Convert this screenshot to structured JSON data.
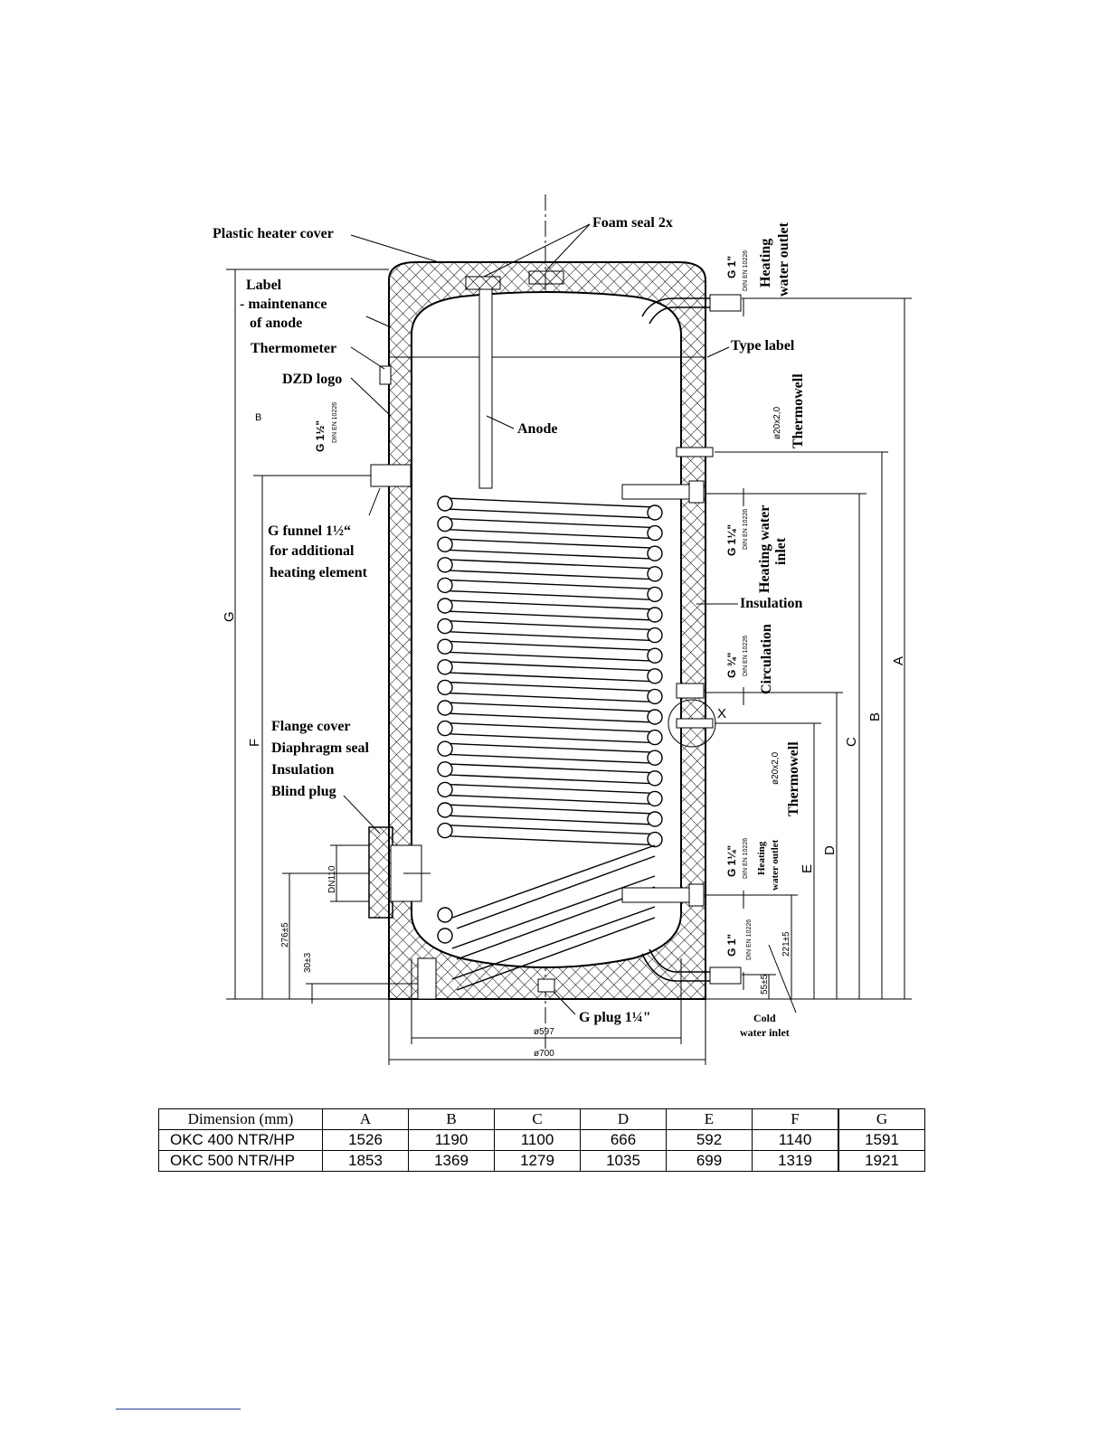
{
  "diagram": {
    "labels": {
      "plastic_heater_cover": "Plastic heater cover",
      "foam_seal": "Foam seal 2x",
      "label_line1": "Label",
      "label_line2": "- maintenance",
      "label_line3": "of anode",
      "thermometer": "Thermometer",
      "dzd_logo": "DZD logo",
      "anode": "Anode",
      "type_label": "Type label",
      "g_funnel_line1": "G funnel 1½“",
      "g_funnel_line2": "for additional",
      "g_funnel_line3": "heating element",
      "insulation": "Insulation",
      "flange_cover": "Flange cover",
      "diaphragm_seal": "Diaphragm seal",
      "insulation_flange": "Insulation",
      "blind_plug": "Blind plug",
      "g_plug": "G plug 1¼\"",
      "cold_water_inlet_line1": "Cold",
      "cold_water_inlet_line2": "water inlet",
      "heating_water_outlet_top_line1": "Heating",
      "heating_water_outlet_top_line2": "water outlet",
      "thermowell_top": "Thermowell",
      "heating_water_inlet_line1": "Heating water",
      "heating_water_inlet_line2": "inlet",
      "circulation": "Circulation",
      "thermowell_mid": "Thermowell",
      "heating_water_outlet_bottom_line1": "Heating",
      "heating_water_outlet_bottom_line2": "water outlet",
      "x_detail": "X"
    },
    "threads": {
      "top_outlet": "G 1\"",
      "top_outlet_std": "DIN EN 10226",
      "thermowell_top": "ø20x2,0",
      "heating_inlet": "G 1¼\"",
      "heating_inlet_std": "DIN EN 10226",
      "circulation": "G ¾\"",
      "circulation_std": "DIN EN 10226",
      "thermowell_mid": "ø20x2,0",
      "heating_outlet_bottom": "G 1¼\"",
      "heating_outlet_bottom_std": "DIN EN 10226",
      "cold_inlet": "G 1\"",
      "cold_inlet_std": "DIN EN 10226",
      "left_funnel": "G 1½\"",
      "left_funnel_std": "DIN EN 10226"
    },
    "dimensions": {
      "A": "A",
      "B": "B",
      "C": "C",
      "D": "D",
      "E": "E",
      "F": "F",
      "G": "G",
      "B_small": "B",
      "dia_inner": "ø597",
      "dia_outer": "ø700",
      "dn110": "DN110",
      "dim_276": "276±5",
      "dim_30": "30±3",
      "dim_221": "221±5",
      "dim_55": "55±5"
    }
  },
  "table": {
    "headers": [
      "Dimension (mm)",
      "A",
      "B",
      "C",
      "D",
      "E",
      "F",
      "G"
    ],
    "rows": [
      [
        "OKC 400 NTR/HP",
        "1526",
        "1190",
        "1100",
        "666",
        "592",
        "1140",
        "1591"
      ],
      [
        "OKC 500 NTR/HP",
        "1853",
        "1369",
        "1279",
        "1035",
        "699",
        "1319",
        "1921"
      ]
    ]
  }
}
